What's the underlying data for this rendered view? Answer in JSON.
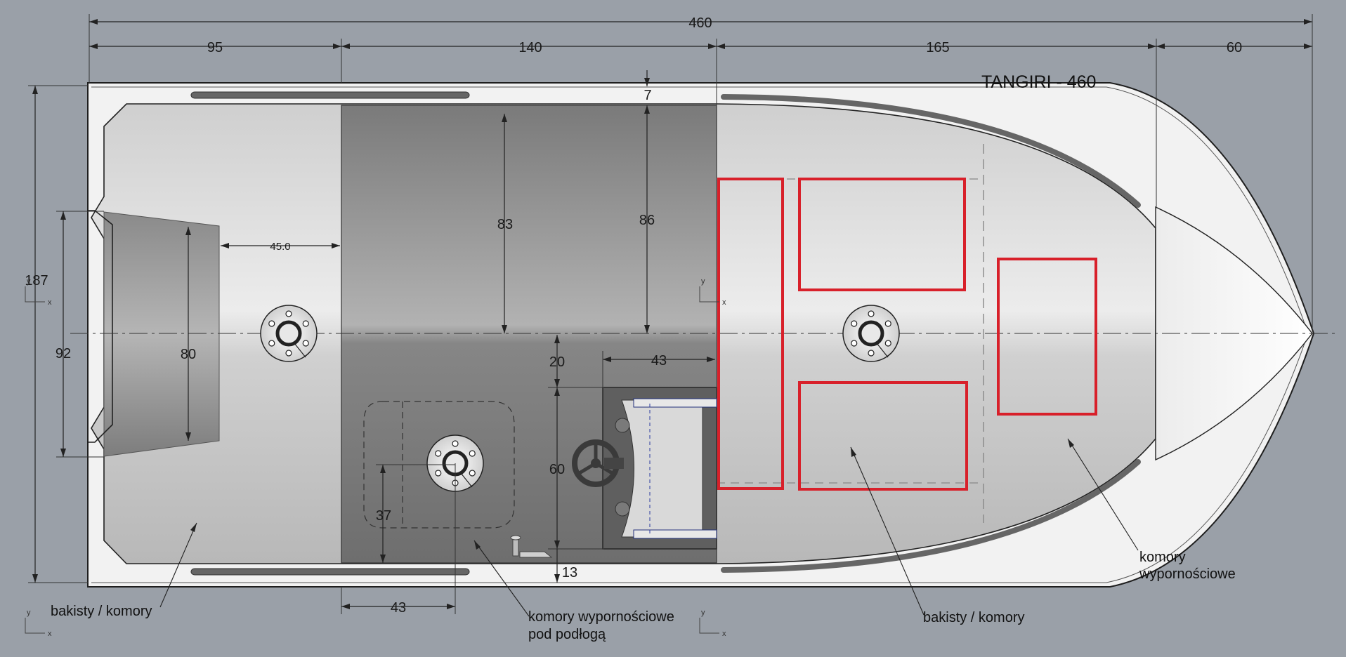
{
  "title": "TANGIRI - 460",
  "dimensions": {
    "overall_length": "460",
    "seg_stern": "95",
    "seg_middle": "140",
    "seg_front": "165",
    "seg_bow": "60",
    "beam": "187",
    "transom_width": "92",
    "step_depth": "80",
    "step_offset": "45.0",
    "gunwale_top": "7",
    "console_inner": "83",
    "console_outer": "86",
    "centerline_gap": "20",
    "console_depth": "43",
    "console_length": "60",
    "hatch_height": "37",
    "bottom_gap": "13",
    "hatch_offset": "43"
  },
  "labels": {
    "lockers_left": "bakisty / komory",
    "float_chambers_floor_1": "komory wypornościowe",
    "float_chambers_floor_2": "pod podłogą",
    "lockers_right": "bakisty / komory",
    "float_chambers_bow_1": "komory",
    "float_chambers_bow_2": "wypornościowe"
  },
  "axis": {
    "x": "x",
    "y": "y"
  },
  "colors": {
    "background": "#9aa0a8",
    "highlight": "#d8202a",
    "hull_edge": "#222222"
  }
}
